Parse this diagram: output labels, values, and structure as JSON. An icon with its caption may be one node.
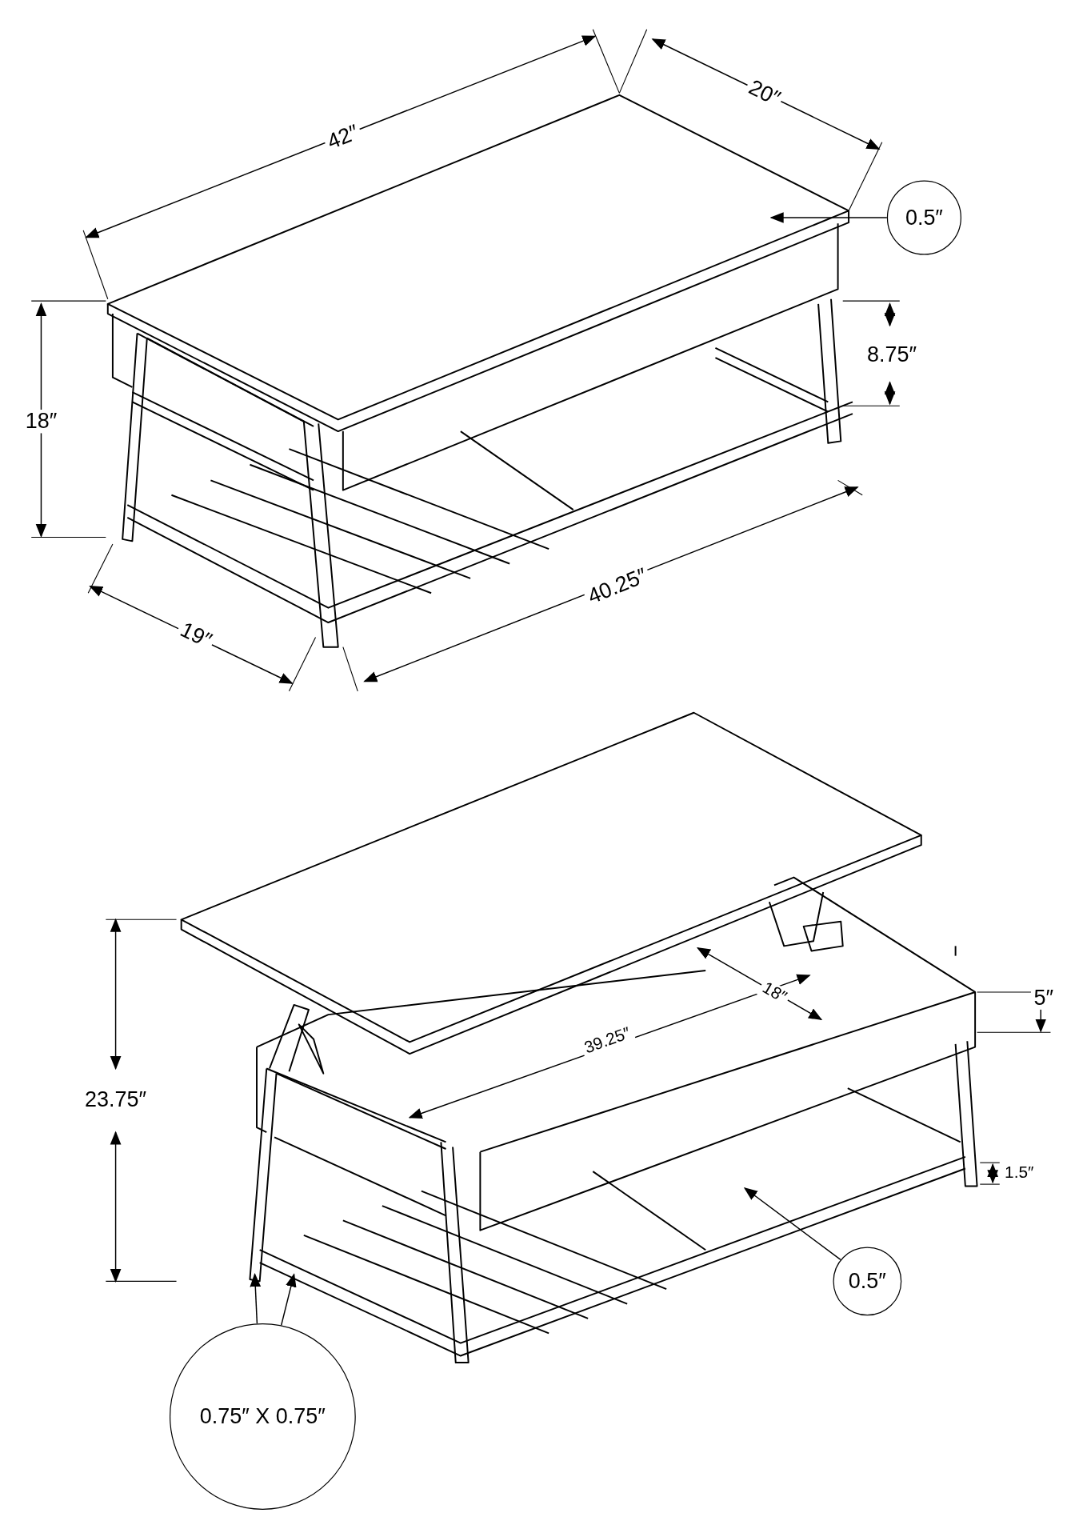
{
  "diagram": {
    "nodes": [
      {
        "text": [
          "0.5″"
        ]
      },
      {
        "text": [
          "0.5″"
        ]
      },
      {
        "text": [
          "0.75″ X 0.75″"
        ]
      }
    ],
    "edges": [
      {
        "from": 0,
        "to": null,
        "arrow": "to"
      },
      {
        "from": 1,
        "to": null,
        "arrow": "to"
      },
      {
        "from": 2,
        "to": null,
        "arrow": "to"
      },
      {
        "from": 2,
        "to": null,
        "arrow": "to"
      }
    ],
    "labels": [
      "42″",
      "20″",
      "18″",
      "8.75″",
      "19″",
      "40.25″",
      "23.75″",
      "18″",
      "5″",
      "39.25″",
      "1.5″"
    ]
  }
}
